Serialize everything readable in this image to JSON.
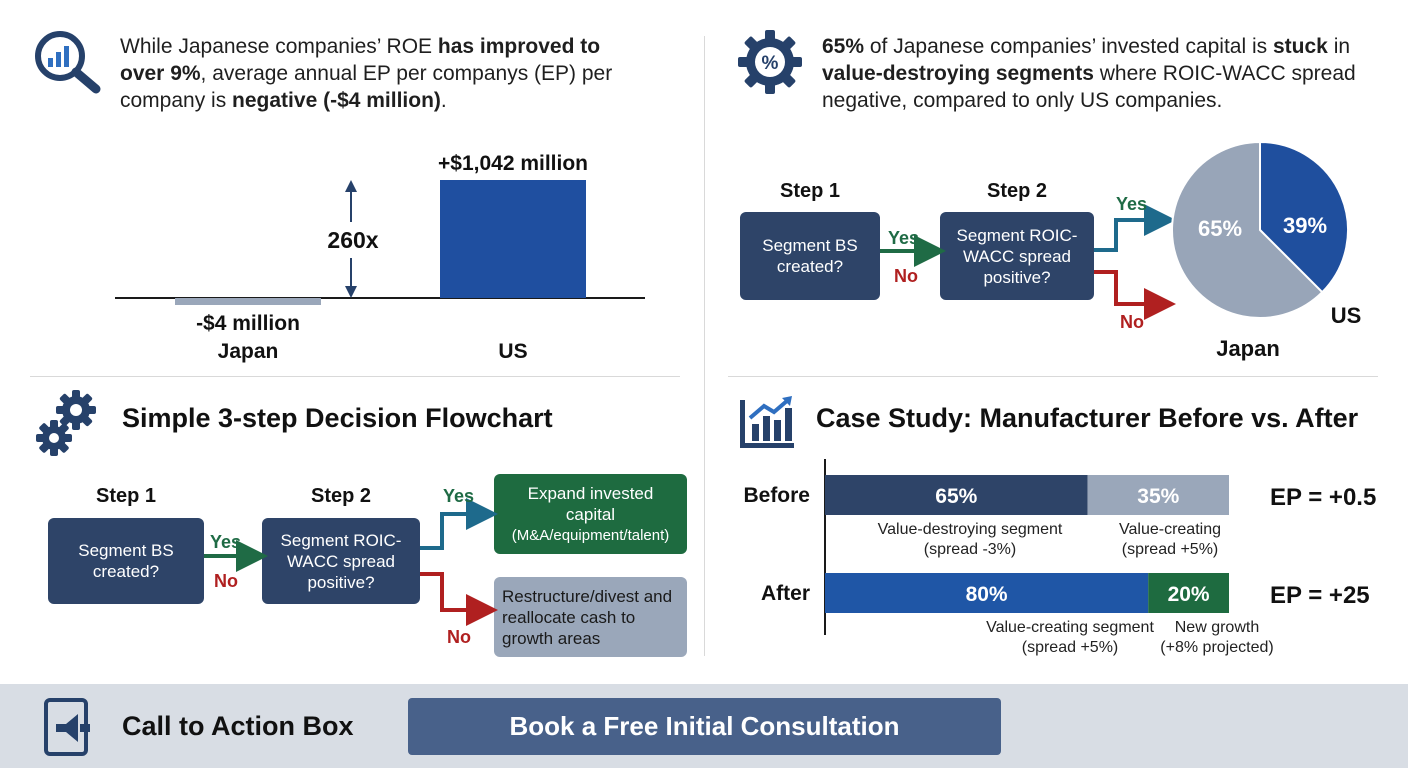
{
  "panel_ep": {
    "para": {
      "t1": "While Japanese companies’ ROE ",
      "b1": "has improved to over 9%",
      "t2": ", average annual EP per companys (EP) per company is ",
      "b2": "negative (-$4 million)",
      "t3": "."
    },
    "icon": "magnifier-chart-icon",
    "multiplier_label": "260x"
  },
  "panel_roic": {
    "para": {
      "b1": "65%",
      "t1": " of Japanese companies’ invested capital is ",
      "b2": "stuck",
      "t2": " in ",
      "b3": "value-destroying segments",
      "t3": " where ROIC-WACC spread negative, compared to only US companies."
    },
    "icon": "percent-gear-icon",
    "step1_label": "Step 1",
    "step2_label": "Step 2",
    "box1_text": "Segment BS created?",
    "box2_text": "Segment ROIC-WACC spread positive?",
    "yes1": "Yes",
    "no1": "No",
    "yes2": "Yes",
    "no2": "No"
  },
  "panel_flowchart": {
    "title": "Simple 3-step Decision Flowchart",
    "icon": "gears-icon",
    "step1_label": "Step 1",
    "step2_label": "Step 2",
    "box1_text": "Segment BS created?",
    "box2_text": "Segment ROIC-WACC spread positive?",
    "yes_box_text": "Expand invested capital",
    "yes_box_sub": "(M&A/equipment/talent)",
    "no_box_text": "Restructure/divest and reallocate cash to growth areas",
    "yes1": "Yes",
    "no1": "No",
    "yes2": "Yes",
    "no2": "No",
    "colors": {
      "box": "#2e4468",
      "yes_box": "#1e6b40",
      "no_box": "#9aa7ba"
    }
  },
  "panel_case": {
    "title": "Case Study: Manufacturer Before vs. After",
    "icon": "bar-chart-trend-icon"
  },
  "cta": {
    "title": "Call to Action Box",
    "icon": "tablet-megaphone-icon",
    "button_label": "Book a Free Initial Consultation"
  },
  "chart_data": [
    {
      "type": "bar",
      "categories": [
        "Japan",
        "US"
      ],
      "values": [
        -4,
        1042
      ],
      "data_labels": [
        "-$4 million",
        "+$1,042 million"
      ],
      "colors": [
        "#9aa7ba",
        "#1f4fa0"
      ]
    },
    {
      "type": "pie",
      "categories": [
        "Japan",
        "US"
      ],
      "values": [
        65,
        39
      ],
      "data_labels": [
        "65%",
        "39%"
      ],
      "colors": [
        "#98a5b8",
        "#1f4f9e"
      ]
    },
    {
      "type": "bar",
      "categories": [
        "Before",
        "After"
      ],
      "series": [
        {
          "values": [
            65,
            80
          ],
          "data_labels": [
            "65%",
            "80%"
          ],
          "colors": [
            "#2e4468",
            "#1f56a6"
          ]
        },
        {
          "values": [
            35,
            20
          ],
          "data_labels": [
            "35%",
            "20%"
          ],
          "colors": [
            "#9aa7ba",
            "#1e6b40"
          ]
        }
      ],
      "captions": {
        "before": [
          "Value-destroying segment\n(spread -3%)",
          "Value-creating\n(spread +5%)"
        ],
        "after": [
          "Value-creating segment\n(spread +5%)",
          "New growth\n(+8% projected)"
        ]
      },
      "ep_labels": [
        "EP = +0.5",
        "EP = +25"
      ]
    }
  ]
}
